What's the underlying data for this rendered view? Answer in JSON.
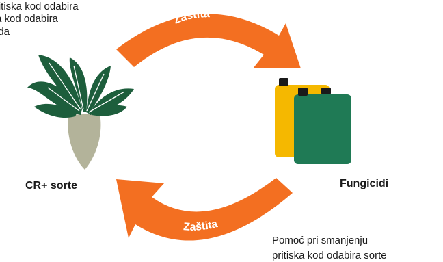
{
  "diagram": {
    "top_left_text": {
      "line1": "a pritiska kod odabira",
      "line2": "a kod odabira",
      "line3": "ida"
    },
    "left_node": {
      "label": "CR+ sorte",
      "icon": "sugar-beet-icon"
    },
    "right_node": {
      "label": "Fungicidi",
      "icon": "fungicide-canisters-icon"
    },
    "top_arrow": {
      "label": "Zaštita",
      "direction": "left-to-right"
    },
    "bottom_arrow": {
      "label": "Zaštita",
      "direction": "right-to-left"
    },
    "bottom_right_text": {
      "line1": "Pomoć pri smanjenju",
      "line2": "pritiska kod odabira sorte"
    },
    "colors": {
      "arrow": "#f36f21",
      "beet_leaf": "#1d5e3c",
      "beet_leaf_vein": "#ffffff",
      "beet_root": "#b3b39a",
      "canister_back": "#f5b800",
      "canister_front": "#1f7a55",
      "cap": "#1a1a1a"
    }
  }
}
